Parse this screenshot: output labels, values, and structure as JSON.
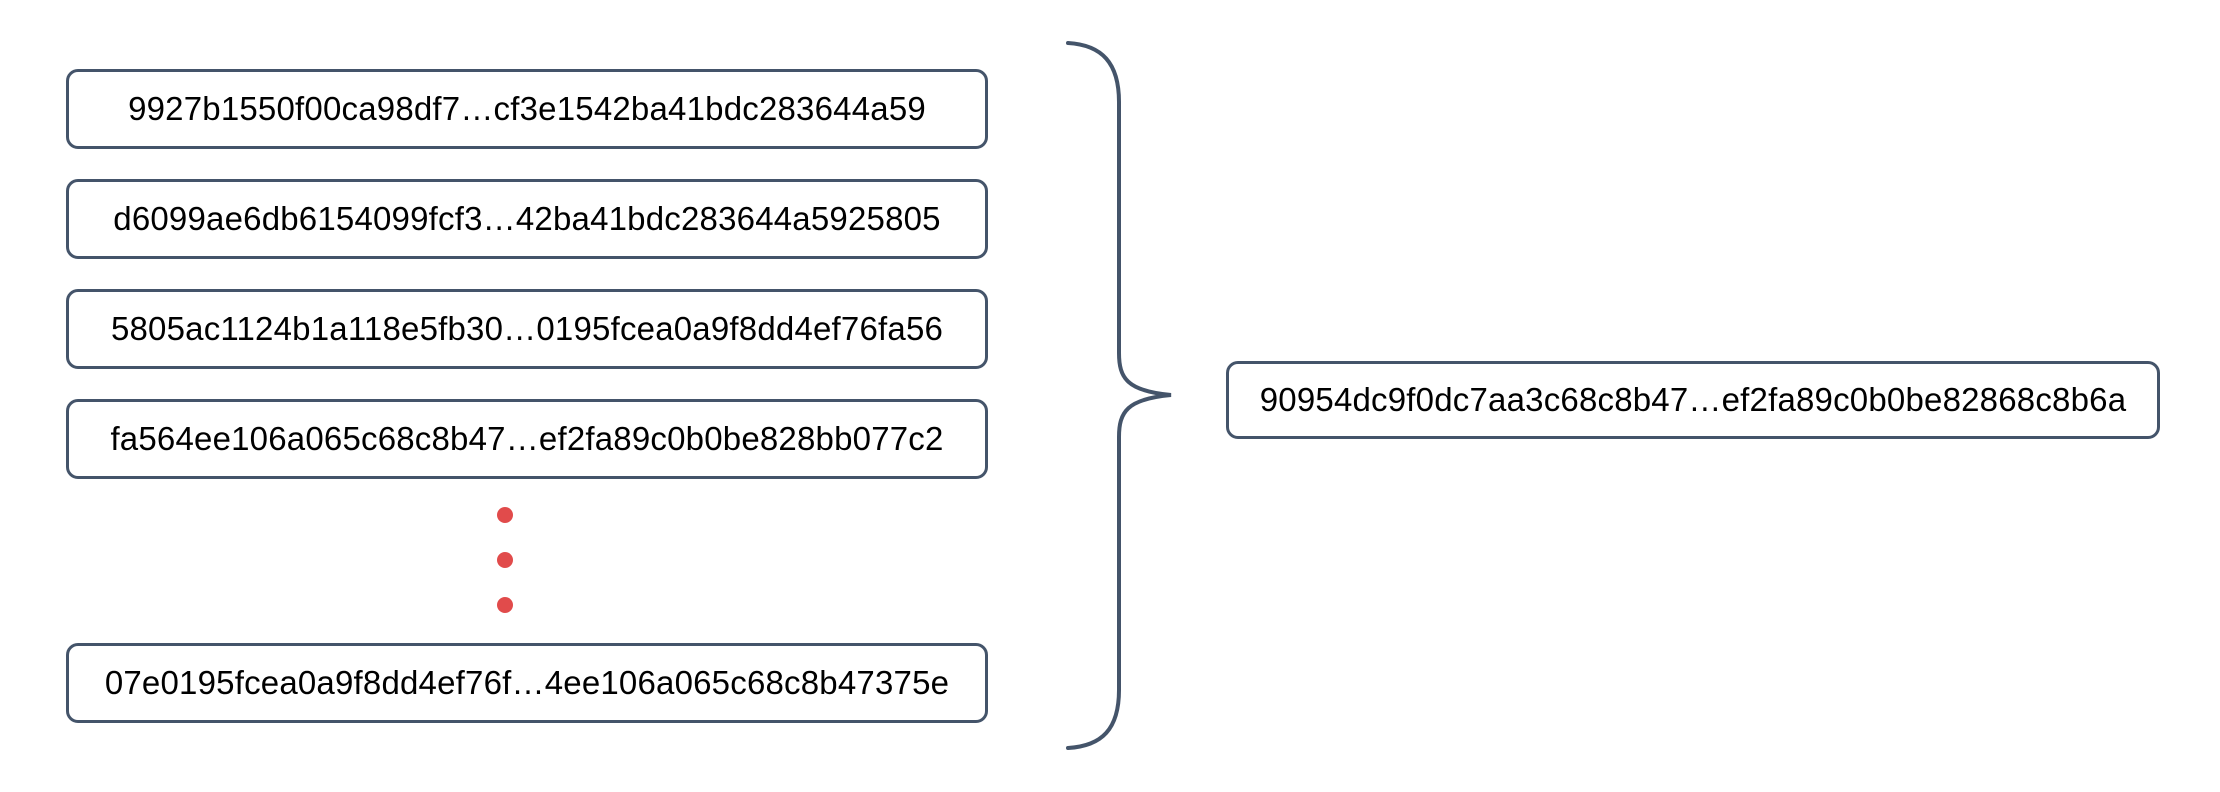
{
  "diagram": {
    "type": "hash-aggregation",
    "colors": {
      "outline": "#44546a",
      "ellipsis_dot": "#e14b4b",
      "text": "#000000",
      "background": "#ffffff"
    },
    "input_hashes": [
      "9927b1550f00ca98df7…cf3e1542ba41bdc283644a59",
      "d6099ae6db6154099fcf3…42ba41bdc283644a5925805",
      "5805ac1124b1a118e5fb30…0195fcea0a9f8dd4ef76fa56",
      "fa564ee106a065c68c8b47…ef2fa89c0b0be828bb077c2",
      "07e0195fcea0a9f8dd4ef76f…4ee106a065c68c8b47375e"
    ],
    "ellipsis_dot_count": 3,
    "brace_symbol": "}",
    "output_hash": "90954dc9f0dc7aa3c68c8b47…ef2fa89c0b0be82868c8b6a"
  }
}
